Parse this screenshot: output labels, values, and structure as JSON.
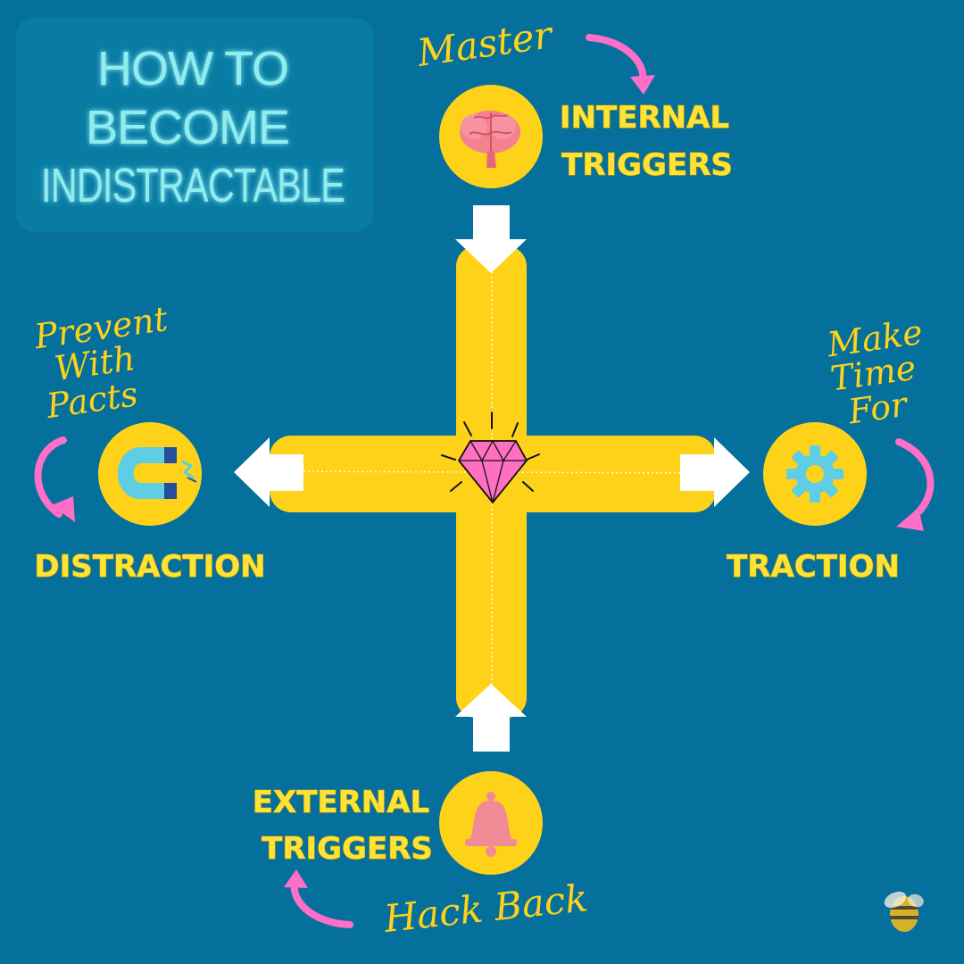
{
  "title": {
    "line1": "HOW TO",
    "line2": "BECOME",
    "line3": "INDISTRACTABLE"
  },
  "nodes": {
    "internal": {
      "line1": "INTERNAL",
      "line2": "TRIGGERS",
      "note": "Master",
      "icon": "brain-icon"
    },
    "distraction": {
      "label": "DISTRACTION",
      "note1": "Prevent",
      "note2": "With",
      "note3": "Pacts",
      "icon": "magnet-icon"
    },
    "traction": {
      "label": "TRACTION",
      "note1": "Make",
      "note2": "Time",
      "note3": "For",
      "icon": "gear-icon"
    },
    "external": {
      "line1": "EXTERNAL",
      "line2": "TRIGGERS",
      "note": "Hack Back",
      "icon": "bell-icon"
    }
  },
  "center": {
    "icon": "diamond-icon"
  },
  "corner": {
    "icon": "bee-logo-icon"
  },
  "colors": {
    "background": "#05709c",
    "yellow": "#ffd21a",
    "pink": "#ff6ec7",
    "title": "#8fecef"
  }
}
